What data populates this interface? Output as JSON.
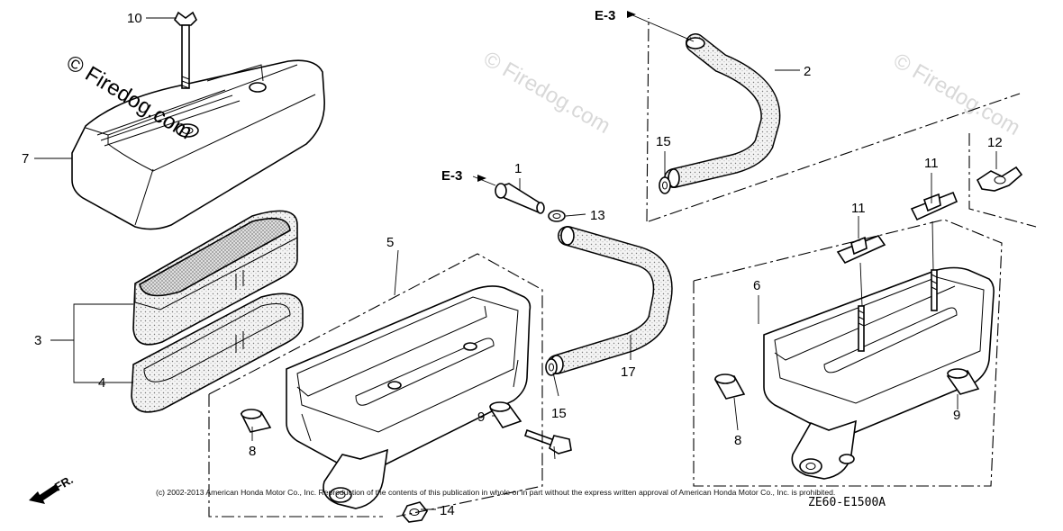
{
  "watermarks": [
    "© Firedog.com",
    "© Firedog.com",
    "© Firedog.com"
  ],
  "callouts": {
    "c1": "1",
    "c2": "2",
    "c3": "3",
    "c4": "4",
    "c5": "5",
    "c6": "6",
    "c7": "7",
    "c8a": "8",
    "c8b": "8",
    "c9a": "9",
    "c9b": "9",
    "c10": "10",
    "c11a": "11",
    "c11b": "11",
    "c12": "12",
    "c13": "13",
    "c14": "14",
    "c15a": "15",
    "c15b": "15",
    "c17": "17"
  },
  "references": {
    "ref_top": "E-3",
    "ref_mid": "E-3"
  },
  "direction_label": "FR.",
  "copyright": "(c) 2002-2013 American Honda Motor Co., Inc. Reproduction of the contents of this publication in whole or in part without the express written approval of American Honda Motor Co., Inc. is prohibited.",
  "diagram_code": "ZE60-E1500A"
}
